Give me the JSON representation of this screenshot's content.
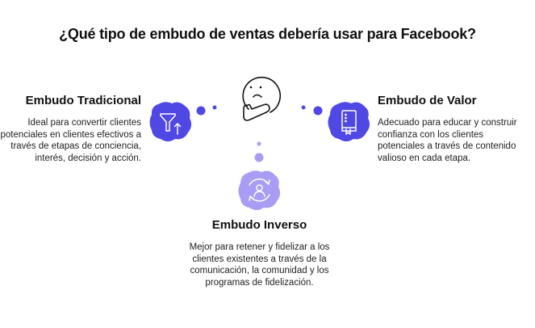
{
  "title": "¿Qué tipo de embudo de ventas debería usar para Facebook?",
  "colors": {
    "primary": "#5048e5",
    "secondary": "#a89cf4",
    "text": "#111111"
  },
  "center": {
    "icon": "thinking-face-icon"
  },
  "options": [
    {
      "id": "traditional",
      "heading": "Embudo Tradicional",
      "description": "Ideal para convertir clientes potenciales en clientes efectivos a través de etapas de conciencia, interés, decisión y acción.",
      "icon": "funnel-arrow-up-icon"
    },
    {
      "id": "value",
      "heading": "Embudo de Valor",
      "description": "Adecuado para educar y construir confianza con los clientes potenciales a través de contenido valioso en cada etapa.",
      "icon": "book-icon"
    },
    {
      "id": "inverse",
      "heading": "Embudo Inverso",
      "description": "Mejor para retener y fidelizar a los clientes existentes a través de la comunicación, la comunidad y los programas de fidelización.",
      "icon": "user-cycle-icon"
    }
  ]
}
